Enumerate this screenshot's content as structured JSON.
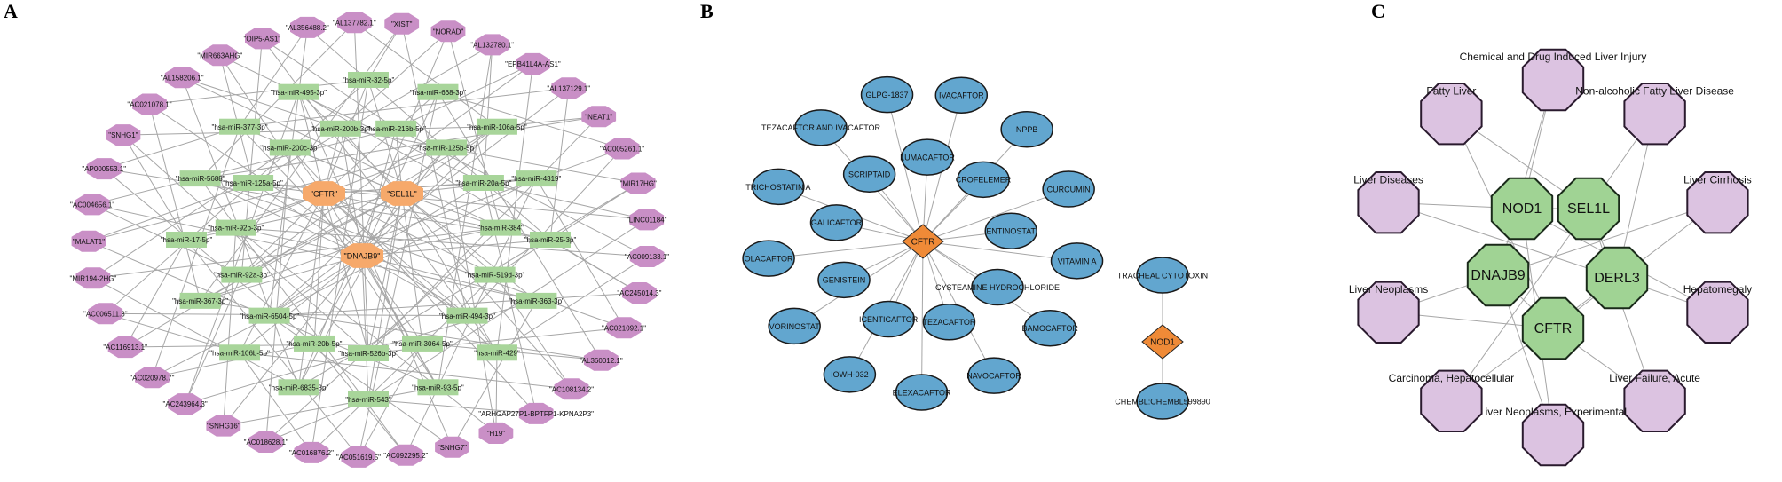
{
  "colors": {
    "edge": "#a6a6a6",
    "mirna_fill": "#a8d59a",
    "hub_fill": "#f6a96b",
    "lnc_fill": "#c98fc6",
    "drug_fill": "#62a6cf",
    "drug_stroke": "#1a1a1a",
    "target_fill": "#ef8a37",
    "disease_fill": "#dcc3e1",
    "gene_fill": "#a0d394"
  },
  "panels": {
    "a": {
      "letter": "A",
      "hubs": [
        "\"CFTR\"",
        "\"SEL1L\"",
        "\"DNAJB9\""
      ],
      "mirnas": [
        "\"hsa-miR-32-5p\"",
        "\"hsa-miR-216b-5p\"",
        "\"hsa-miR-668-3p\"",
        "\"hsa-miR-125b-5p\"",
        "\"hsa-miR-106a-5p\"",
        "\"hsa-miR-20a-5p\"",
        "\"hsa-miR-4319\"",
        "\"hsa-miR-384\"",
        "\"hsa-miR-25-3p\"",
        "\"hsa-miR-519d-3p\"",
        "\"hsa-miR-363-3p\"",
        "\"hsa-miR-494-3p\"",
        "\"hsa-miR-429\"",
        "\"hsa-miR-3064-5p\"",
        "\"hsa-miR-93-5p\"",
        "\"hsa-miR-526b-3p\"",
        "\"hsa-miR-543\"",
        "\"hsa-miR-20b-5p\"",
        "\"hsa-miR-6835-3p\"",
        "\"hsa-miR-6504-5p\"",
        "\"hsa-miR-106b-5p\"",
        "\"hsa-miR-92a-3p\"",
        "\"hsa-miR-367-3p\"",
        "\"hsa-miR-92b-3p\"",
        "\"hsa-miR-17-5p\"",
        "\"hsa-miR-125a-5p\"",
        "\"hsa-miR-5688\"",
        "\"hsa-miR-200c-3p\"",
        "\"hsa-miR-377-3p\"",
        "\"hsa-miR-200b-3p\"",
        "\"hsa-miR-495-3p\""
      ],
      "lncrnas": [
        "\"XIST\"",
        "\"NORAD\"",
        "\"AL132780.1\"",
        "\"EPB41L4A-AS1\"",
        "\"AL137129.1\"",
        "\"NEAT1\"",
        "\"AC005261.1\"",
        "\"MIR17HG\"",
        "\"LINC01184\"",
        "\"AC009133.1\"",
        "\"AC245014.3\"",
        "\"AC021092.1\"",
        "\"AL360012.1\"",
        "\"AC108134.2\"",
        "\"ARHGAP27P1-BPTFP1-KPNA2P3\"",
        "\"H19\"",
        "\"SNHG7\"",
        "\"AC092295.2\"",
        "\"AC051619.5\"",
        "\"AC016876.2\"",
        "\"AC018628.1\"",
        "\"SNHG16\"",
        "\"AC243964.3\"",
        "\"AC020978.7\"",
        "\"AC116913.1\"",
        "\"AC006511.3\"",
        "\"MIR194-2HG\"",
        "\"MALAT1\"",
        "\"AC004656.1\"",
        "\"AP000553.1\"",
        "\"SNHG1\"",
        "\"AC021078.1\"",
        "\"AL158206.1\"",
        "\"MIR663AHG\"",
        "\"OIP5-AS1\"",
        "\"AL356488.2\"",
        "\"AL137782.1\""
      ]
    },
    "b": {
      "letter": "B",
      "center": "CFTR",
      "drugs": [
        "IVACAFTOR",
        "NPPB",
        "CURCUMIN",
        "VITAMIN A",
        "BAMOCAFTOR",
        "NAVOCAFTOR",
        "ELEXACAFTOR",
        "IOWH-032",
        "VORINOSTAT",
        "OLACAFTOR",
        "TRICHOSTATIN A",
        "TEZACAFTOR AND IVACAFTOR",
        "GLPG-1837",
        "LUMACAFTOR",
        "CROFELEMER",
        "ENTINOSTAT",
        "CYSTEAMINE HYDROCHLORIDE",
        "TEZACAFTOR",
        "ICENTICAFTOR",
        "GENISTEIN",
        "GALICAFTOR",
        "SCRIPTAID"
      ],
      "second_center": "NOD1",
      "second_drugs": [
        "TRACHEAL CYTOTOXIN",
        "CHEMBL:CHEMBL599890"
      ]
    },
    "c": {
      "letter": "C",
      "genes": [
        "NOD1",
        "SEL1L",
        "DNAJB9",
        "DERL3",
        "CFTR"
      ],
      "diseases": [
        "Chemical and Drug Induced Liver Injury",
        "Non-alcoholic Fatty Liver Disease",
        "Liver Cirrhosis",
        "Hepatomegaly",
        "Liver Failure, Acute",
        "Liver Neoplasms, Experimental",
        "Carcinoma, Hepatocellular",
        "Liver Neoplasms",
        "Liver Diseases",
        "Fatty Liver"
      ]
    }
  }
}
